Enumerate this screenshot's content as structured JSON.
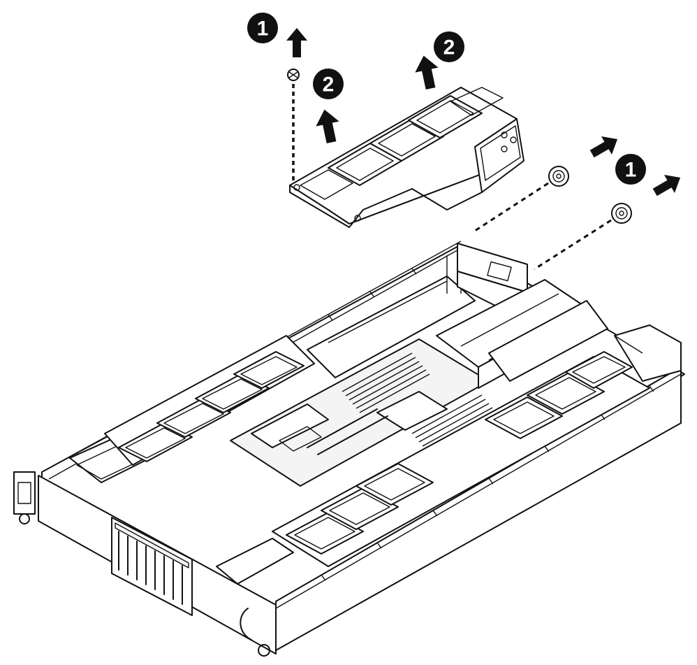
{
  "steps": {
    "step_1_left": "1",
    "step_2_left": "2",
    "step_2_right": "2",
    "step_1_right": "1"
  },
  "colors": {
    "ink": "#111111",
    "paper": "#ffffff"
  },
  "icons": {
    "arrow": "arrow-up-icon",
    "screw": "screw-icon"
  }
}
